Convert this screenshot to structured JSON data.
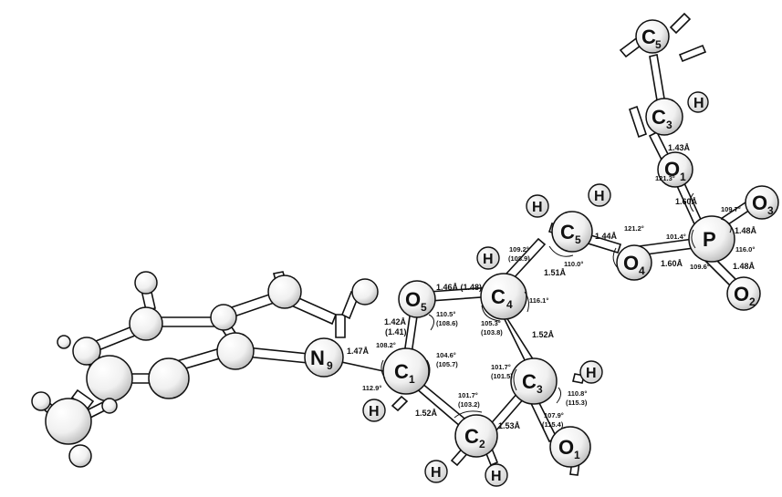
{
  "atoms": {
    "C5_chain": {
      "main": "C",
      "sub": "5"
    },
    "C3_chain": {
      "main": "C",
      "sub": "3"
    },
    "O1_top": {
      "main": "O",
      "sub": "1"
    },
    "O3": {
      "main": "O",
      "sub": "3"
    },
    "P": {
      "main": "P",
      "sub": ""
    },
    "O2": {
      "main": "O",
      "sub": "2"
    },
    "O4": {
      "main": "O",
      "sub": "4"
    },
    "C5": {
      "main": "C",
      "sub": "5"
    },
    "O5": {
      "main": "O",
      "sub": "5"
    },
    "C4": {
      "main": "C",
      "sub": "4"
    },
    "N9": {
      "main": "N",
      "sub": "9"
    },
    "C1": {
      "main": "C",
      "sub": "1"
    },
    "C3": {
      "main": "C",
      "sub": "3"
    },
    "C2": {
      "main": "C",
      "sub": "2"
    },
    "O1_bottom": {
      "main": "O",
      "sub": "1"
    },
    "H": "H"
  },
  "measurements": {
    "c3_o1": "1.43Å",
    "ang_121_3": "121.3°",
    "o1_p": "1.60Å",
    "ang_109_7": "109.7°",
    "p_o3": "1.48Å",
    "ang_101_4": "101.4°",
    "ang_116_0": "116.0°",
    "p_o2": "1.48Å",
    "ang_109_6": "109.6°",
    "o4_p": "1.60Å",
    "ang_121_2": "121.2°",
    "c5_o4": "1.44Å",
    "ang_110_0": "110.0°",
    "ang_109_2": "109.2°",
    "ang_108_9": "(108.9)",
    "o5_c4": "1.46Å (1.48)",
    "c4_c5": "1.51Å",
    "ang_116_1": "116.1°",
    "ang_110_5": "110.5°",
    "ang_108_6": "(108.6)",
    "ang_105_3": "105.3°",
    "ang_103_8": "(103.8)",
    "c4_c3": "1.52Å",
    "o5_c1_a": "1.42Å",
    "o5_c1_b": "(1.41)",
    "ang_108_2": "108.2°",
    "n9_c1": "1.47Å",
    "ang_104_6": "104.6°",
    "ang_105_7": "(105.7)",
    "ang_101_7a": "101.7°",
    "ang_101_5": "(101.5)",
    "ang_112_9": "112.9°",
    "c1_c2": "1.52Å",
    "ang_101_7b": "101.7°",
    "ang_103_2": "(103.2)",
    "ang_110_8": "110.8°",
    "ang_115_3": "(115.3)",
    "c2_c3": "1.53Å",
    "ang_107_9": "107.9°",
    "ang_115_4": "(115.4)"
  }
}
